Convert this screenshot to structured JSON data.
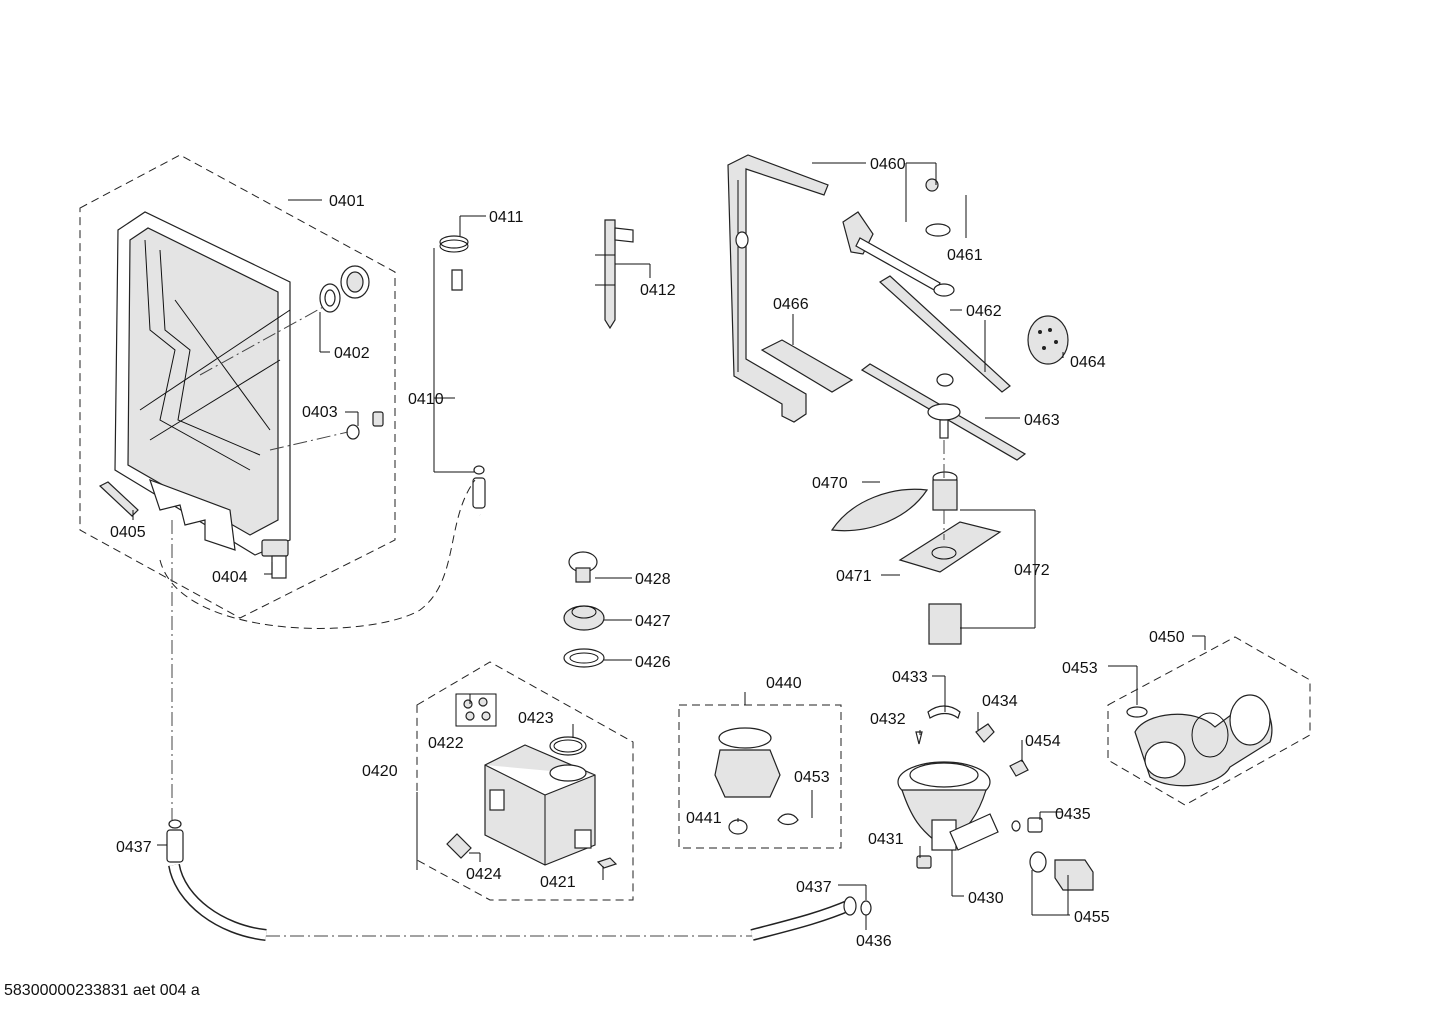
{
  "footer": "58300000233831 aet 004 a",
  "labels": {
    "p0401": "0401",
    "p0402": "0402",
    "p0403": "0403",
    "p0404": "0404",
    "p0405": "0405",
    "p0410": "0410",
    "p0411": "0411",
    "p0412": "0412",
    "p0420": "0420",
    "p0421": "0421",
    "p0422": "0422",
    "p0423": "0423",
    "p0424": "0424",
    "p0426": "0426",
    "p0427": "0427",
    "p0428": "0428",
    "p0430": "0430",
    "p0431": "0431",
    "p0432": "0432",
    "p0433": "0433",
    "p0434": "0434",
    "p0435": "0435",
    "p0436": "0436",
    "p0437a": "0437",
    "p0437b": "0437",
    "p0440": "0440",
    "p0441": "0441",
    "p0453a": "0453",
    "p0450": "0450",
    "p0453b": "0453",
    "p0454": "0454",
    "p0455": "0455",
    "p0460": "0460",
    "p0461": "0461",
    "p0462": "0462",
    "p0463": "0463",
    "p0464": "0464",
    "p0466": "0466",
    "p0470": "0470",
    "p0471": "0471",
    "p0472": "0472"
  }
}
